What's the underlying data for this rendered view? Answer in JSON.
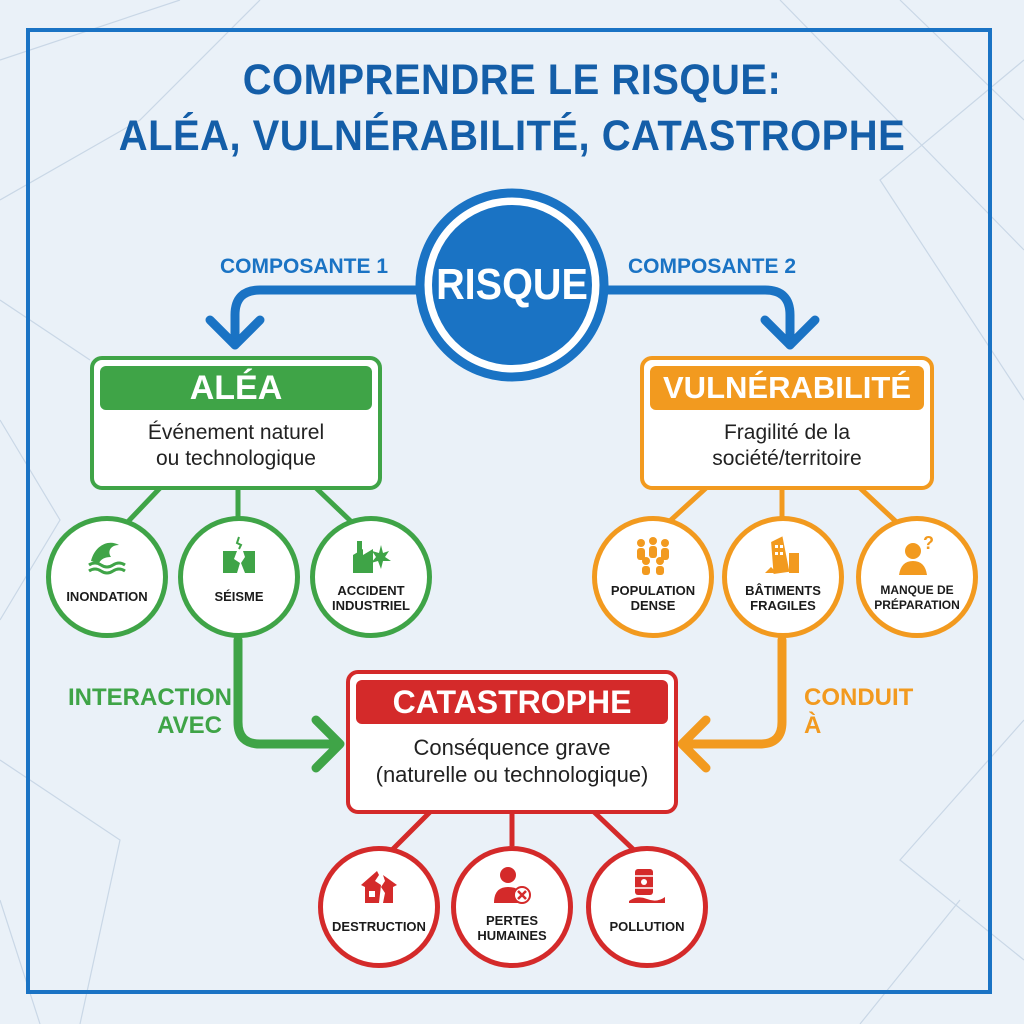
{
  "title": {
    "line1": "COMPRENDRE LE RISQUE:",
    "line2": "ALÉA, VULNÉRABILITÉ, CATASTROPHE"
  },
  "center": {
    "label": "RISQUE"
  },
  "links": {
    "composante1": "COMPOSANTE 1",
    "composante2": "COMPOSANTE 2",
    "interaction_line1": "INTERACTION",
    "interaction_line2": "AVEC",
    "conduit_line1": "CONDUIT",
    "conduit_line2": "À"
  },
  "alea": {
    "title": "ALÉA",
    "desc_line1": "Événement naturel",
    "desc_line2": "ou technologique",
    "items": [
      {
        "line1": "INONDATION",
        "line2": "",
        "icon": "wave-icon"
      },
      {
        "line1": "SÉISME",
        "line2": "",
        "icon": "earthquake-icon"
      },
      {
        "line1": "ACCIDENT",
        "line2": "INDUSTRIEL",
        "icon": "factory-explosion-icon"
      }
    ]
  },
  "vulnerabilite": {
    "title": "VULNÉRABILITÉ",
    "desc_line1": "Fragilité de la",
    "desc_line2": "société/territoire",
    "items": [
      {
        "line1": "POPULATION",
        "line2": "DENSE",
        "icon": "crowd-icon"
      },
      {
        "line1": "BÂTIMENTS",
        "line2": "FRAGILES",
        "icon": "damaged-building-icon"
      },
      {
        "line1": "MANQUE DE",
        "line2": "PRÉPARATION",
        "icon": "confused-person-icon"
      }
    ]
  },
  "catastrophe": {
    "title": "CATASTROPHE",
    "desc_line1": "Conséquence grave",
    "desc_line2": "(naturelle ou technologique)",
    "items": [
      {
        "line1": "DESTRUCTION",
        "line2": "",
        "icon": "destroyed-house-icon"
      },
      {
        "line1": "PERTES",
        "line2": "HUMAINES",
        "icon": "person-cross-icon"
      },
      {
        "line1": "POLLUTION",
        "line2": "",
        "icon": "toxic-barrel-icon"
      }
    ]
  },
  "colors": {
    "blue": "#1a73c4",
    "green": "#3fa447",
    "orange": "#f29a1f",
    "red": "#d42a2a"
  }
}
